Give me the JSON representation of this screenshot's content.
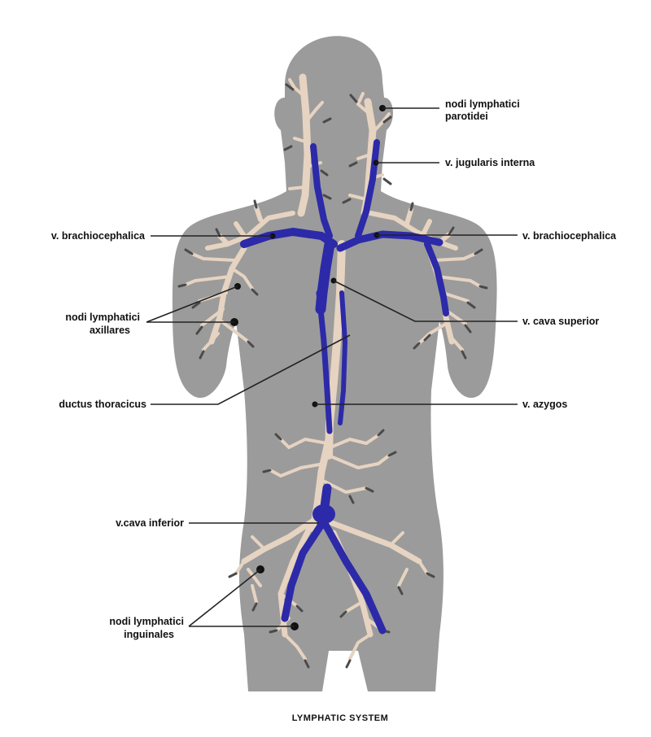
{
  "diagram": {
    "title": "LYMPHATIC SYSTEM",
    "labels": {
      "parotid_1": "nodi lymphatici",
      "parotid_2": "parotidei",
      "jugular": "v. jugularis interna",
      "brachio_left": "v. brachiocephalica",
      "brachio_right": "v. brachiocephalica",
      "axillary_1": "nodi lymphatici",
      "axillary_2": "axillares",
      "cava_superior": "v. cava superior",
      "thoracic_duct": "ductus thoracicus",
      "azygos": "v. azygos",
      "cava_inferior": "v.cava inferior",
      "inguinal_1": "nodi lymphatici",
      "inguinal_2": "inguinales"
    },
    "colors": {
      "body": "#9b9b9b",
      "vein": "#2c2aa8",
      "lymph": "#e6d3c1",
      "node_dark": "#4a4a4a",
      "label_line": "#222222"
    }
  }
}
